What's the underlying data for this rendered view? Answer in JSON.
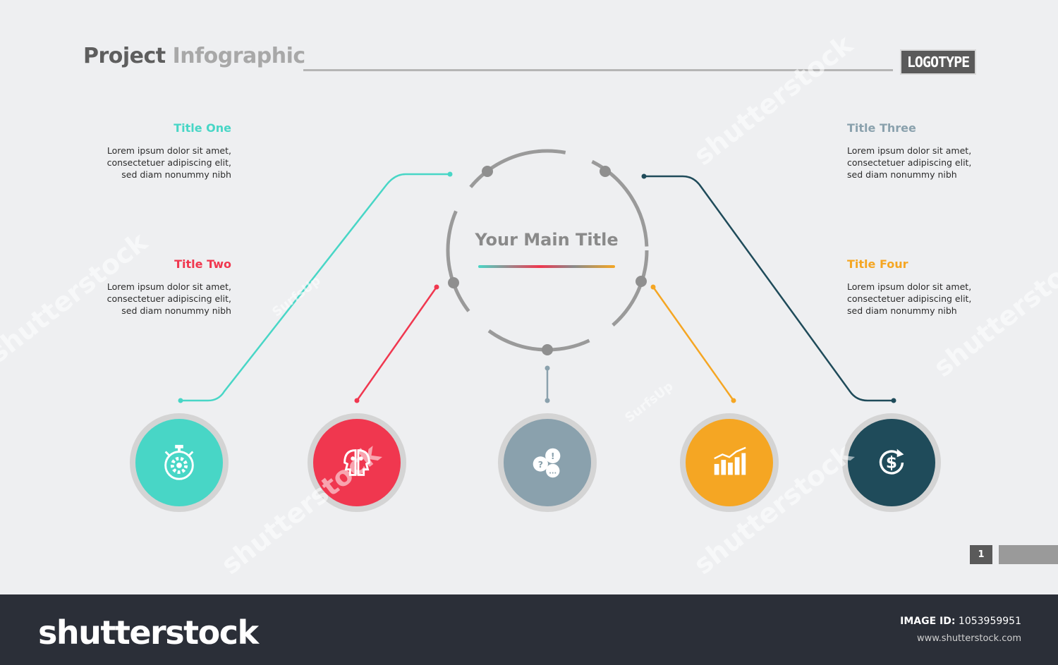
{
  "header": {
    "title_part1": "Project",
    "title_part2": "Infographic",
    "logo": "LOGOTYPE"
  },
  "center": {
    "title": "Your Main Title"
  },
  "items": [
    {
      "title": "Title One",
      "body": [
        "Lorem ipsum dolor sit amet,",
        "consectetuer adipiscing elit,",
        "sed diam nonummy nibh"
      ],
      "color": "#48d6c6",
      "icon": "stopwatch-gear-icon"
    },
    {
      "title": "Title Two",
      "body": [
        "Lorem ipsum dolor sit amet,",
        "consectetuer adipiscing elit,",
        "sed diam nonummy nibh"
      ],
      "color": "#f0374f",
      "icon": "two-heads-icon"
    },
    {
      "title": "",
      "body": [],
      "color": "#8aa1ad",
      "icon": "chat-bubbles-icon"
    },
    {
      "title": "Title Four",
      "body": [
        "Lorem ipsum dolor sit amet,",
        "consectetuer adipiscing elit,",
        "sed diam nonummy nibh"
      ],
      "color": "#f5a623",
      "icon": "bar-chart-icon"
    },
    {
      "title": "Title Three",
      "body": [
        "Lorem ipsum dolor sit amet,",
        "consectetuer adipiscing elit,",
        "sed diam nonummy nibh"
      ],
      "color": "#8aa1ad",
      "icon": "dollar-cycle-icon"
    }
  ],
  "colors": {
    "teal": "#48d6c6",
    "red": "#f0374f",
    "grey_blue": "#8aa1ad",
    "orange": "#f5a623",
    "navy": "#1f4b5a"
  },
  "page_number": "1",
  "footer": {
    "logo": "shutterstock",
    "image_id_label": "IMAGE ID:",
    "image_id": "1053959951",
    "url": "www.shutterstock.com"
  },
  "watermarks": [
    "shutterstock",
    "SurfsUp"
  ]
}
